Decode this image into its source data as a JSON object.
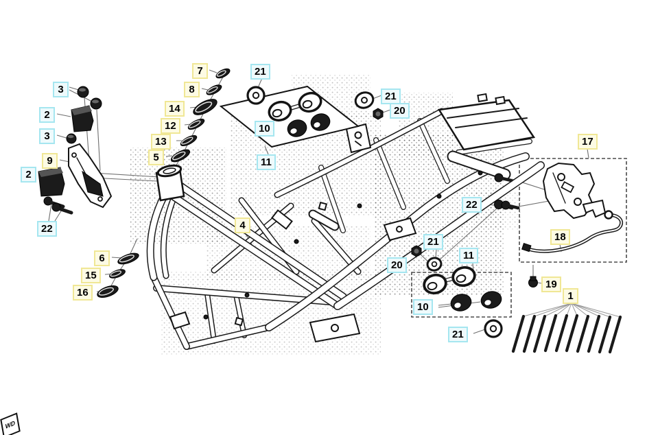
{
  "figure": {
    "watermark": "WD",
    "highlight_yellow": "#f0e795",
    "highlight_cyan": "#a5e6f0",
    "line_color": "#1a1a1a"
  },
  "callouts": [
    {
      "text": "3",
      "color": "cyan"
    },
    {
      "text": "2",
      "color": "cyan"
    },
    {
      "text": "3",
      "color": "cyan"
    },
    {
      "text": "9",
      "color": "yellow"
    },
    {
      "text": "2",
      "color": "cyan"
    },
    {
      "text": "22",
      "color": "cyan"
    },
    {
      "text": "6",
      "color": "yellow"
    },
    {
      "text": "15",
      "color": "yellow"
    },
    {
      "text": "16",
      "color": "yellow"
    },
    {
      "text": "7",
      "color": "yellow"
    },
    {
      "text": "8",
      "color": "yellow"
    },
    {
      "text": "14",
      "color": "yellow"
    },
    {
      "text": "12",
      "color": "yellow"
    },
    {
      "text": "13",
      "color": "yellow"
    },
    {
      "text": "5",
      "color": "yellow"
    },
    {
      "text": "21",
      "color": "cyan"
    },
    {
      "text": "10",
      "color": "cyan"
    },
    {
      "text": "11",
      "color": "cyan"
    },
    {
      "text": "21",
      "color": "cyan"
    },
    {
      "text": "20",
      "color": "cyan"
    },
    {
      "text": "4",
      "color": "yellow"
    },
    {
      "text": "17",
      "color": "yellow"
    },
    {
      "text": "22",
      "color": "cyan"
    },
    {
      "text": "18",
      "color": "yellow"
    },
    {
      "text": "21",
      "color": "cyan"
    },
    {
      "text": "20",
      "color": "cyan"
    },
    {
      "text": "11",
      "color": "cyan"
    },
    {
      "text": "10",
      "color": "cyan"
    },
    {
      "text": "21",
      "color": "cyan"
    },
    {
      "text": "19",
      "color": "yellow"
    },
    {
      "text": "1",
      "color": "yellow"
    }
  ]
}
